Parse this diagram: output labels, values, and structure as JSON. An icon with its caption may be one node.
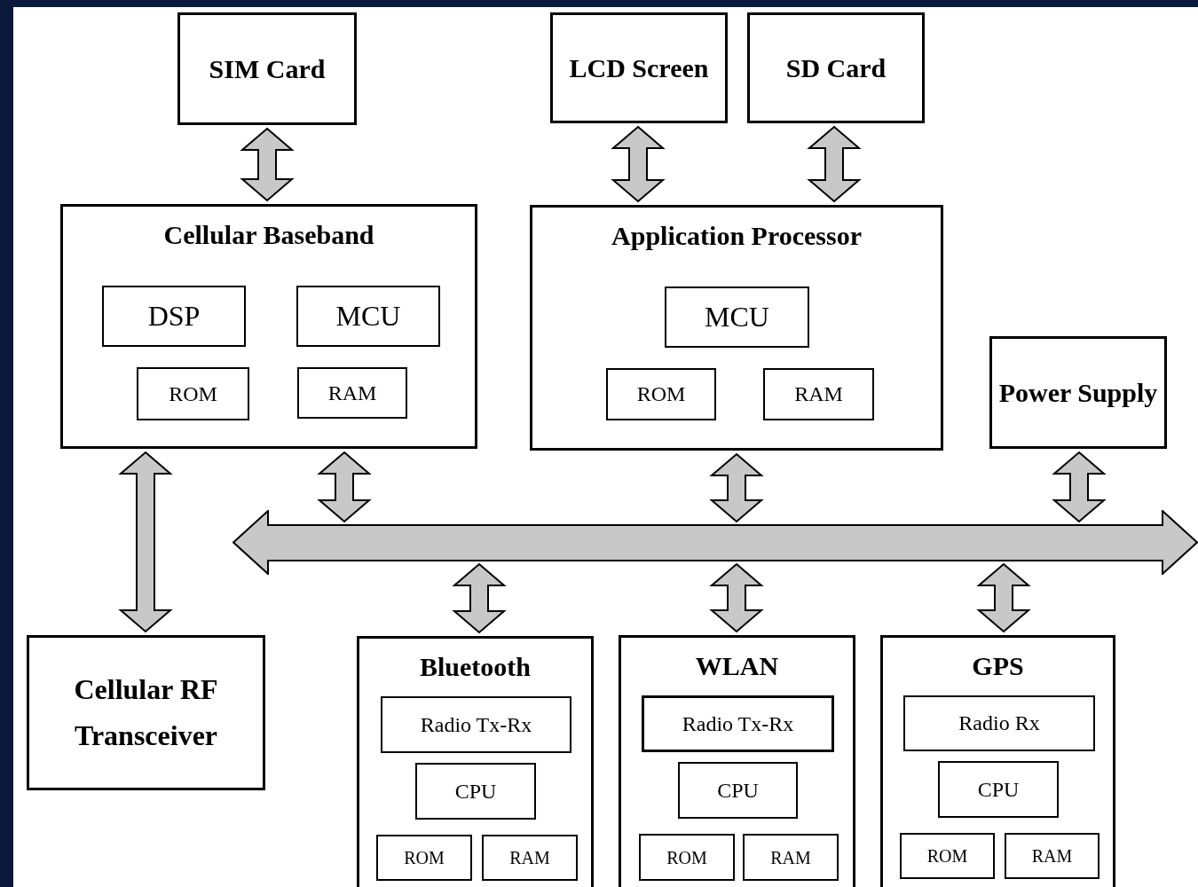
{
  "diagram": {
    "nodes": [
      {
        "text": [
          "SIM Card"
        ]
      },
      {
        "text": [
          "LCD Screen"
        ]
      },
      {
        "text": [
          "SD Card"
        ]
      },
      {
        "text": [
          "Cellular Baseband"
        ]
      },
      {
        "text": [
          "DSP"
        ],
        "in": 3
      },
      {
        "text": [
          "MCU"
        ],
        "in": 3
      },
      {
        "text": [
          "ROM"
        ],
        "in": 3
      },
      {
        "text": [
          "RAM"
        ],
        "in": 3
      },
      {
        "text": [
          "Application Processor"
        ]
      },
      {
        "text": [
          "MCU"
        ],
        "in": 8
      },
      {
        "text": [
          "ROM"
        ],
        "in": 8
      },
      {
        "text": [
          "RAM"
        ],
        "in": 8
      },
      {
        "text": [
          "Power Supply"
        ]
      },
      {
        "text": [],
        "shape": "bar"
      },
      {
        "text": [
          "Cellular RF Transceiver"
        ]
      },
      {
        "text": [
          "Bluetooth"
        ]
      },
      {
        "text": [
          "Radio Tx-Rx"
        ],
        "in": 15
      },
      {
        "text": [
          "CPU"
        ],
        "in": 15
      },
      {
        "text": [
          "ROM"
        ],
        "in": 15
      },
      {
        "text": [
          "RAM"
        ],
        "in": 15
      },
      {
        "text": [
          "WLAN"
        ]
      },
      {
        "text": [
          "Radio Tx-Rx"
        ],
        "in": 20
      },
      {
        "text": [
          "CPU"
        ],
        "in": 20
      },
      {
        "text": [
          "ROM"
        ],
        "in": 20
      },
      {
        "text": [
          "RAM"
        ],
        "in": 20
      },
      {
        "text": [
          "GPS"
        ]
      },
      {
        "text": [
          "Radio Rx"
        ],
        "in": 25
      },
      {
        "text": [
          "CPU"
        ],
        "in": 25
      },
      {
        "text": [
          "ROM"
        ],
        "in": 25
      },
      {
        "text": [
          "RAM"
        ],
        "in": 25
      }
    ],
    "edges": [
      {
        "from": 0,
        "to": 3,
        "arrow": "both"
      },
      {
        "from": 1,
        "to": 8,
        "arrow": "both"
      },
      {
        "from": 2,
        "to": 8,
        "arrow": "both"
      },
      {
        "from": 3,
        "to": 14,
        "arrow": "both"
      },
      {
        "from": 3,
        "to": 13,
        "arrow": "both"
      },
      {
        "from": 8,
        "to": 13,
        "arrow": "both"
      },
      {
        "from": 12,
        "to": 13,
        "arrow": "both"
      },
      {
        "from": 13,
        "to": 15,
        "arrow": "both"
      },
      {
        "from": 13,
        "to": 20,
        "arrow": "both"
      },
      {
        "from": 13,
        "to": 25,
        "arrow": "both"
      }
    ]
  }
}
